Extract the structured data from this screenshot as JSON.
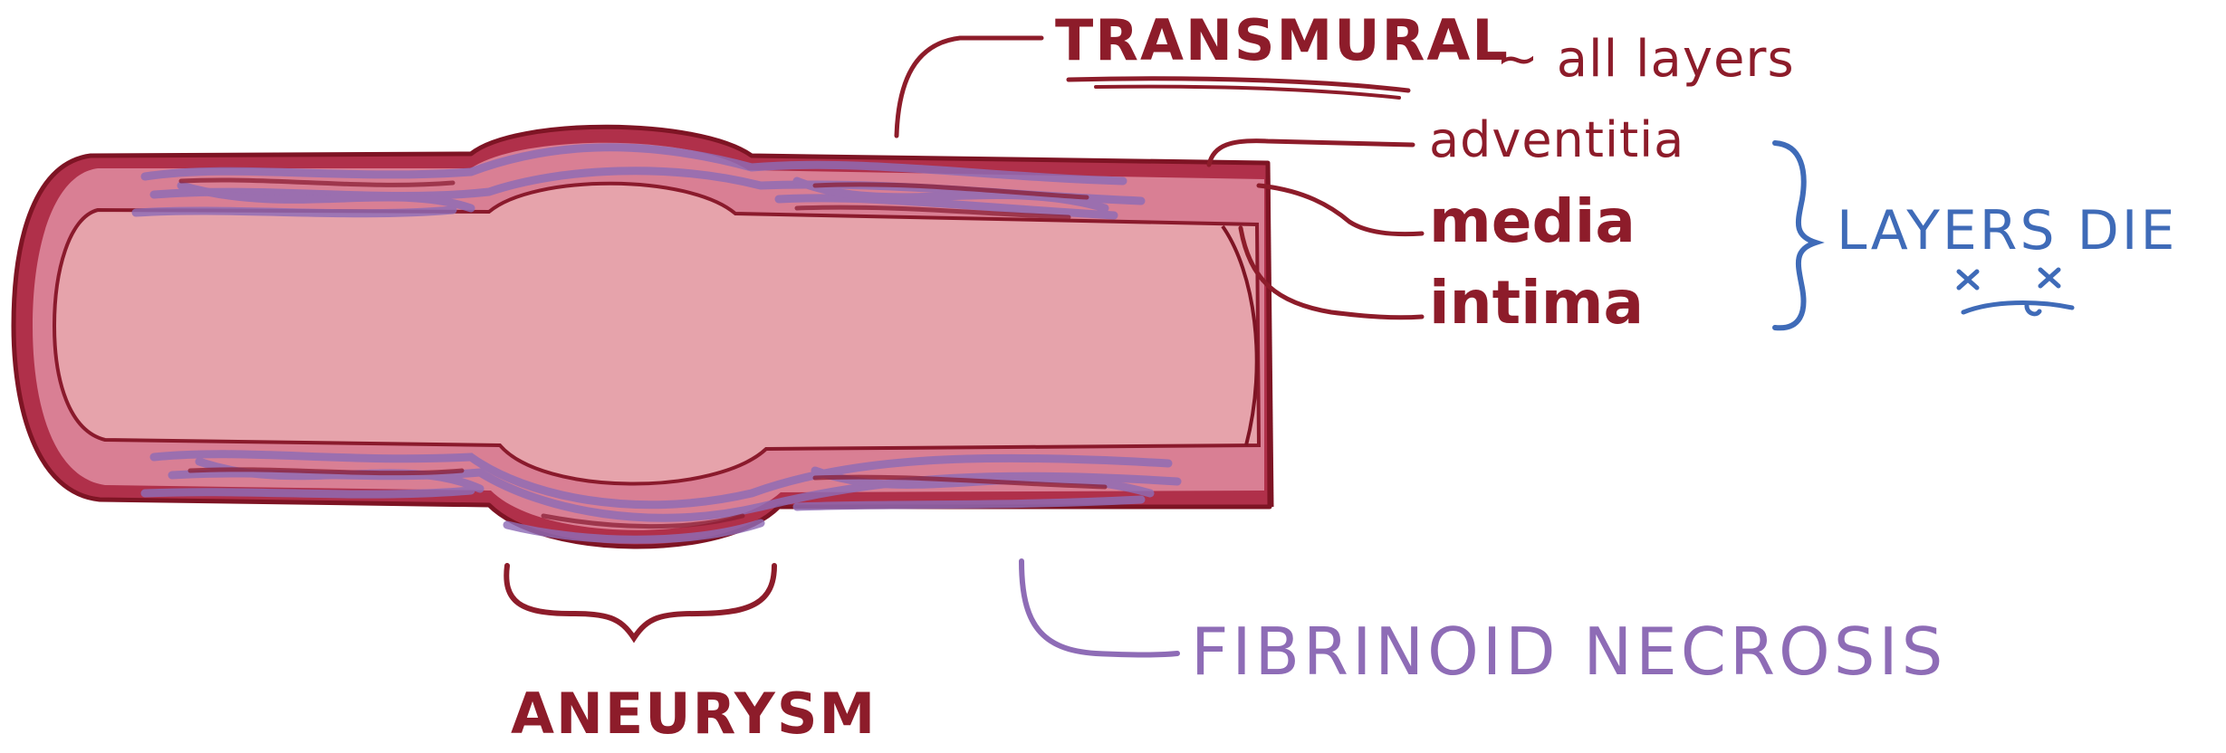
{
  "labels": {
    "transmural": "TRANSMURAL",
    "all_layers": "~ all layers",
    "adventitia": "adventitia",
    "media": "media",
    "intima": "intima",
    "layers_die": "LAYERS DIE",
    "fibrinoid_necrosis": "FIBRINOID NECROSIS",
    "aneurysm": "ANEURYSM"
  },
  "colors": {
    "vessel_wall": "#b0304a",
    "vessel_media": "#d97f94",
    "lumen": "#e6a3ab",
    "outline": "#7e1424",
    "necrosis": "#8e6cb6",
    "annotation_dark": "#8d1c2a",
    "annotation_blue": "#3f6bb8",
    "annotation_purple": "#8e6cb6"
  }
}
